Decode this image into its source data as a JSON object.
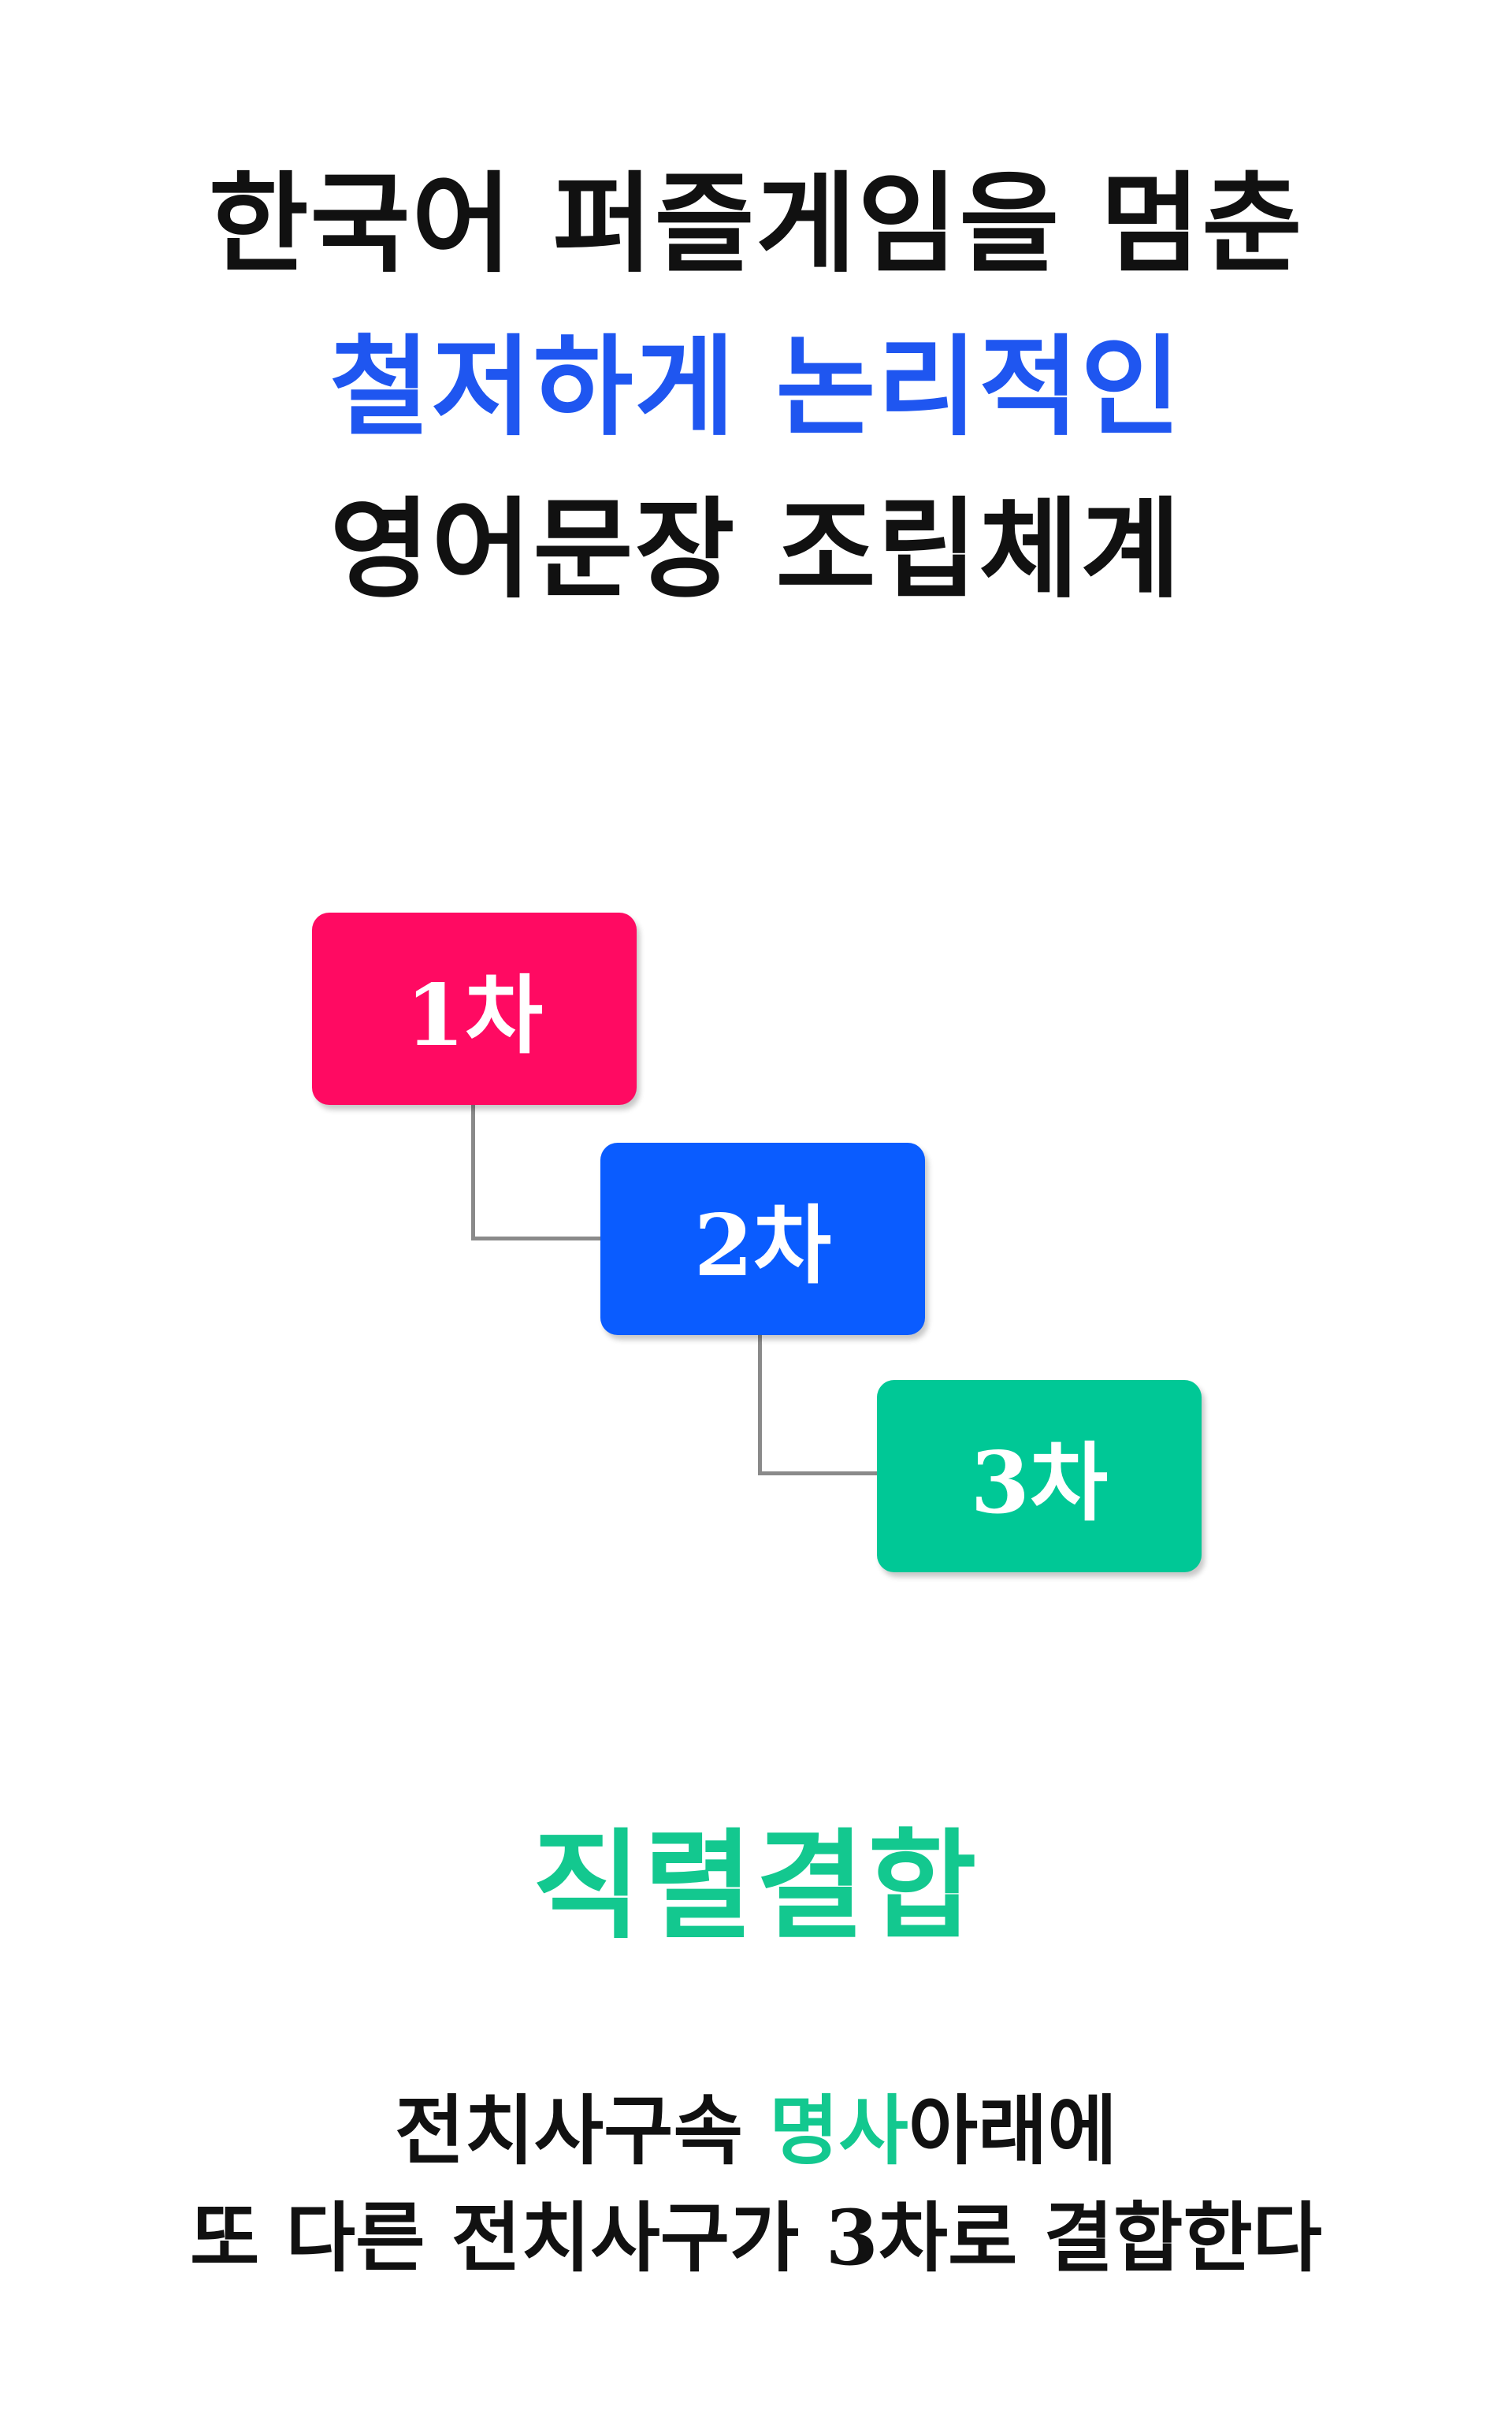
{
  "colors": {
    "headline_dark": "#111111",
    "headline_accent": "#1f56f0",
    "stage_1": "#ff0a62",
    "stage_2": "#0a5cff",
    "stage_3": "#00c896",
    "connector": "#8a8a8a",
    "concept_accent": "#13c88f"
  },
  "headline": {
    "line1": "한국어 퍼즐게임을 멈춘",
    "line2": "철저하게 논리적인",
    "line3": "영어문장 조립체계"
  },
  "diagram": {
    "stages": [
      {
        "label": "1차"
      },
      {
        "label": "2차"
      },
      {
        "label": "3차"
      }
    ]
  },
  "concept": {
    "title": "직렬결합"
  },
  "description": {
    "line1_pre": "전치사구속 ",
    "line1_highlight": "명사",
    "line1_post": "아래에",
    "line2": "또 다른 전치사구가 3차로 결합한다"
  }
}
